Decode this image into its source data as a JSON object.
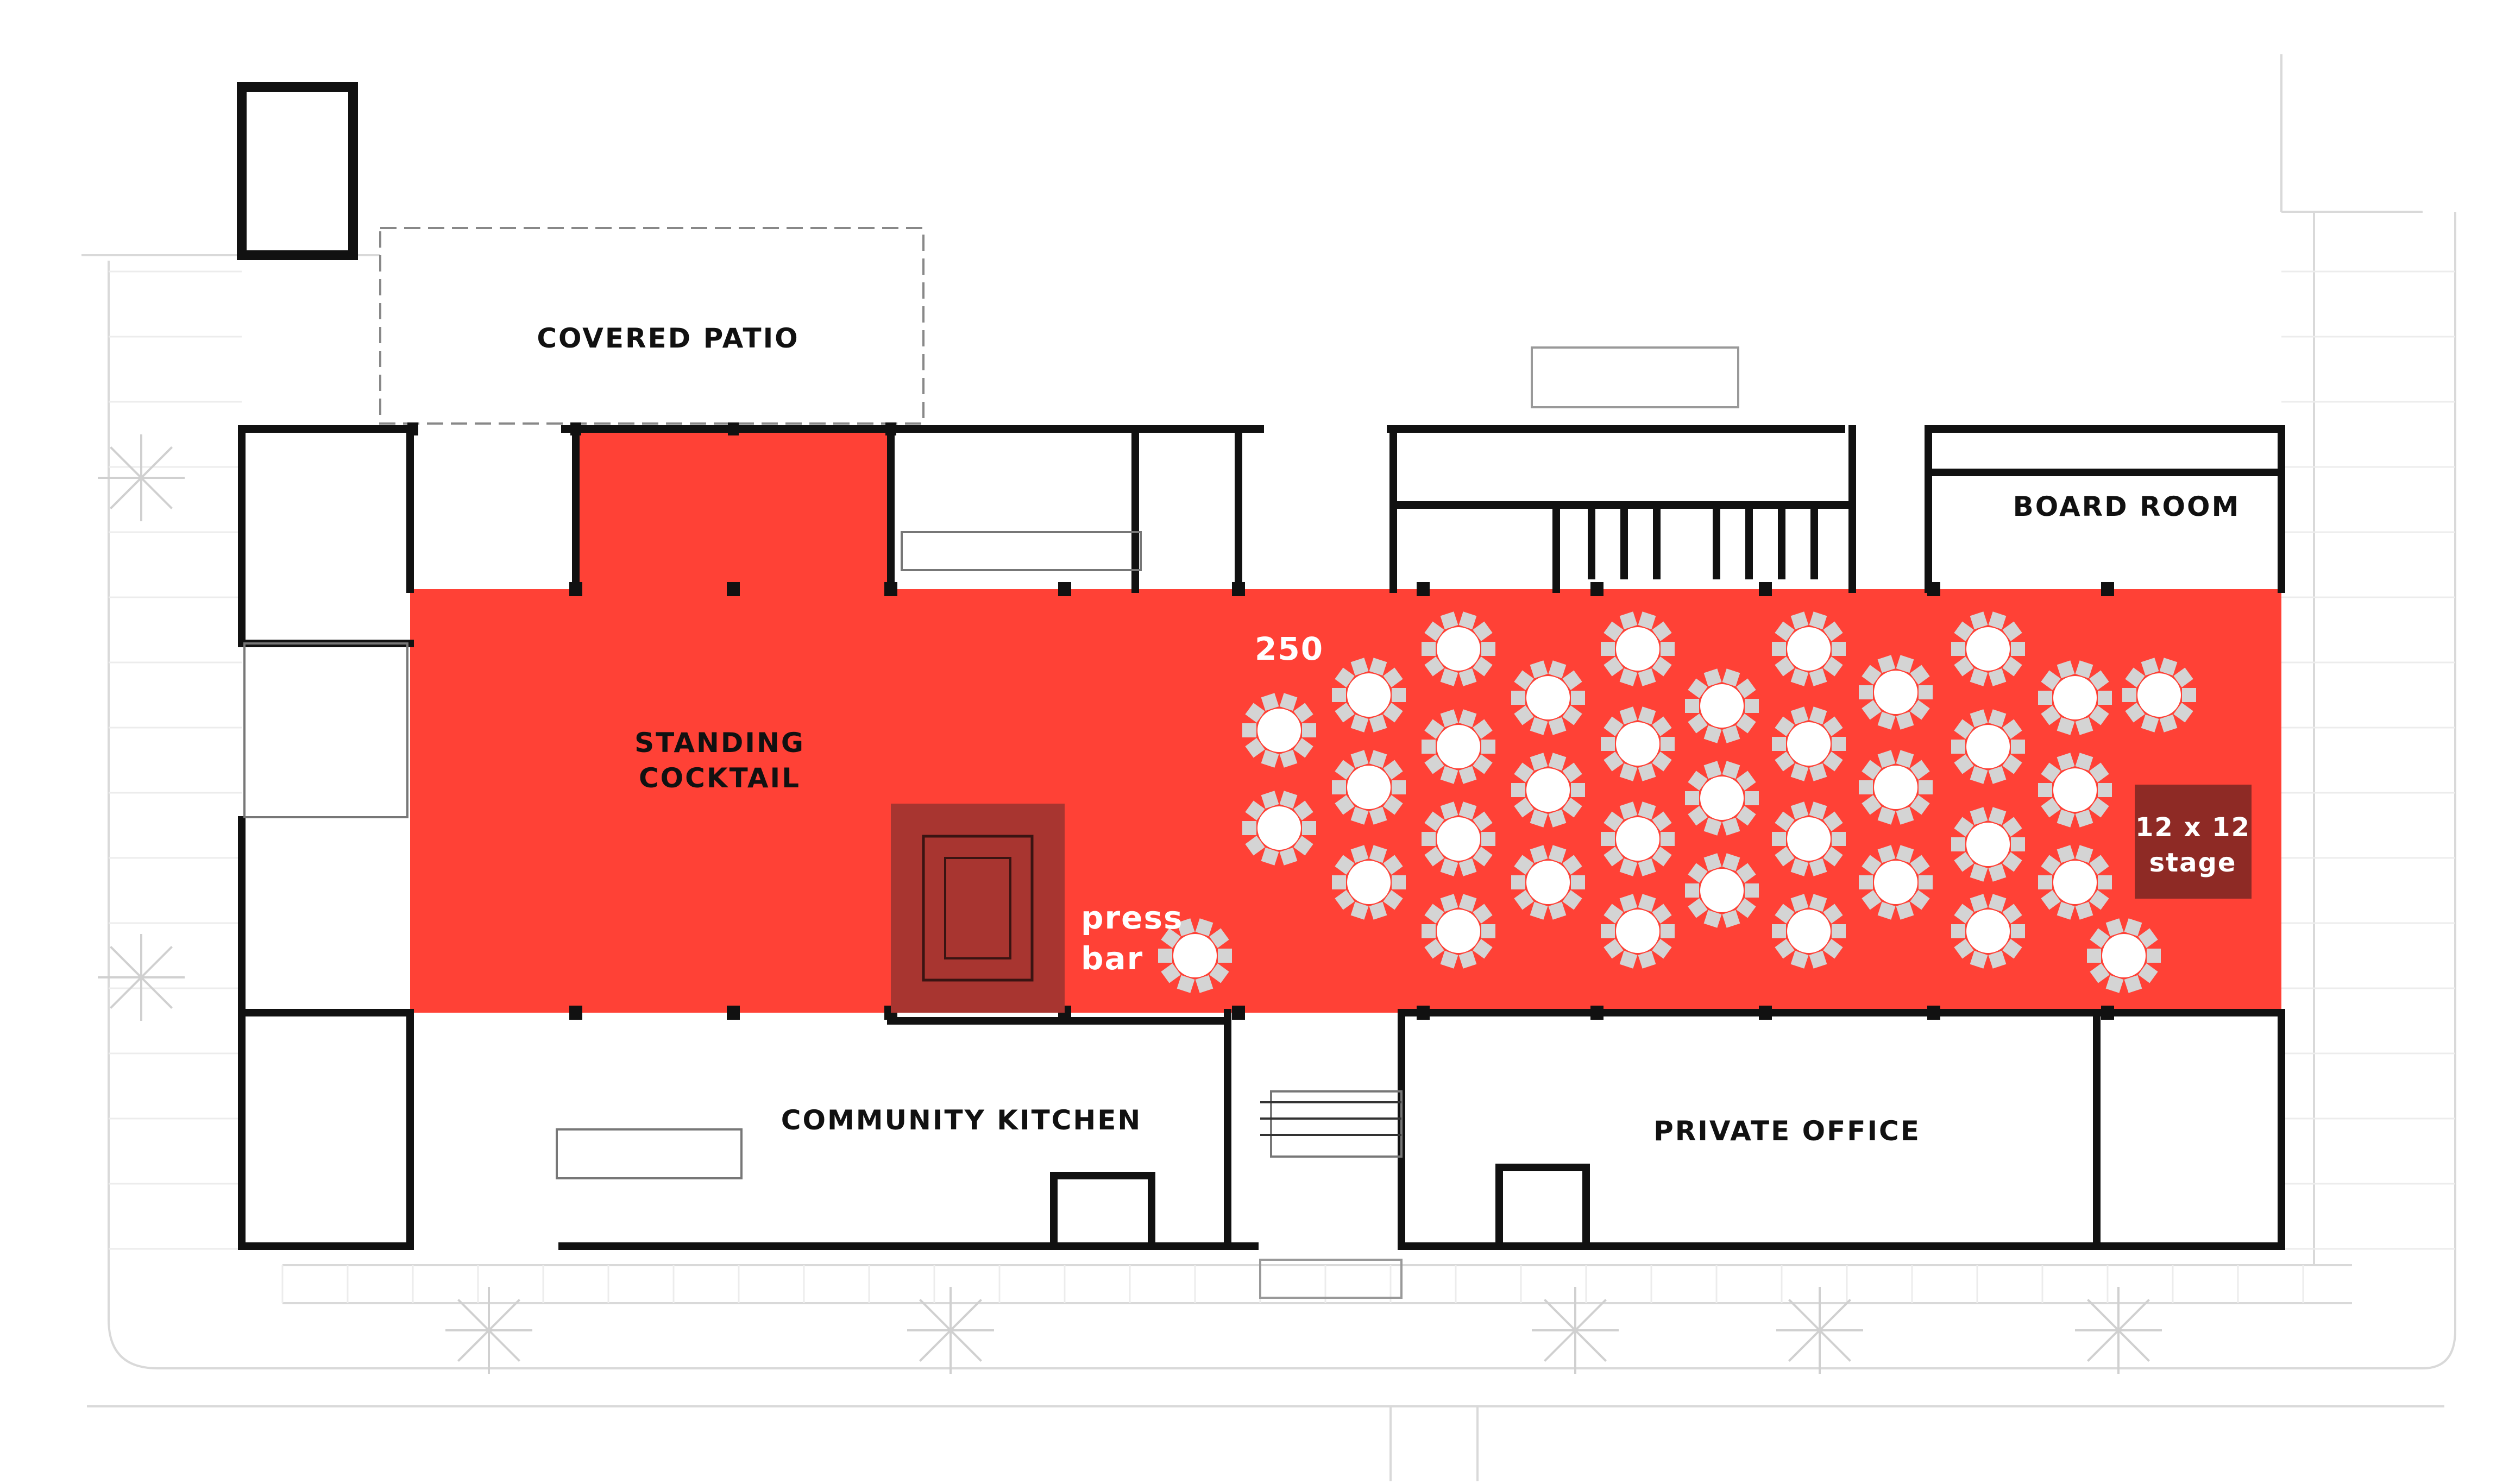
{
  "plan": {
    "rooms": {
      "covered_patio": "COVERED PATIO",
      "board_room": "BOARD ROOM",
      "standing_cocktail_line1": "STANDING",
      "standing_cocktail_line2": "COCKTAIL",
      "community_kitchen": "COMMUNITY KITCHEN",
      "private_office": "PRIVATE OFFICE"
    },
    "event": {
      "capacity": "250",
      "press_bar_line1": "press",
      "press_bar_line2": "bar",
      "stage_line1": "12 x 12",
      "stage_line2": "stage"
    },
    "colors": {
      "event_area": "#ff4136",
      "stage": "#8e2a25",
      "press_bar": "#a83530",
      "walls": "#111111",
      "site_lines": "#d6d6d6",
      "round_table": "#ffffff",
      "chair": "#d4d4d4"
    },
    "table_count": 36,
    "chairs_per_table": 10
  }
}
